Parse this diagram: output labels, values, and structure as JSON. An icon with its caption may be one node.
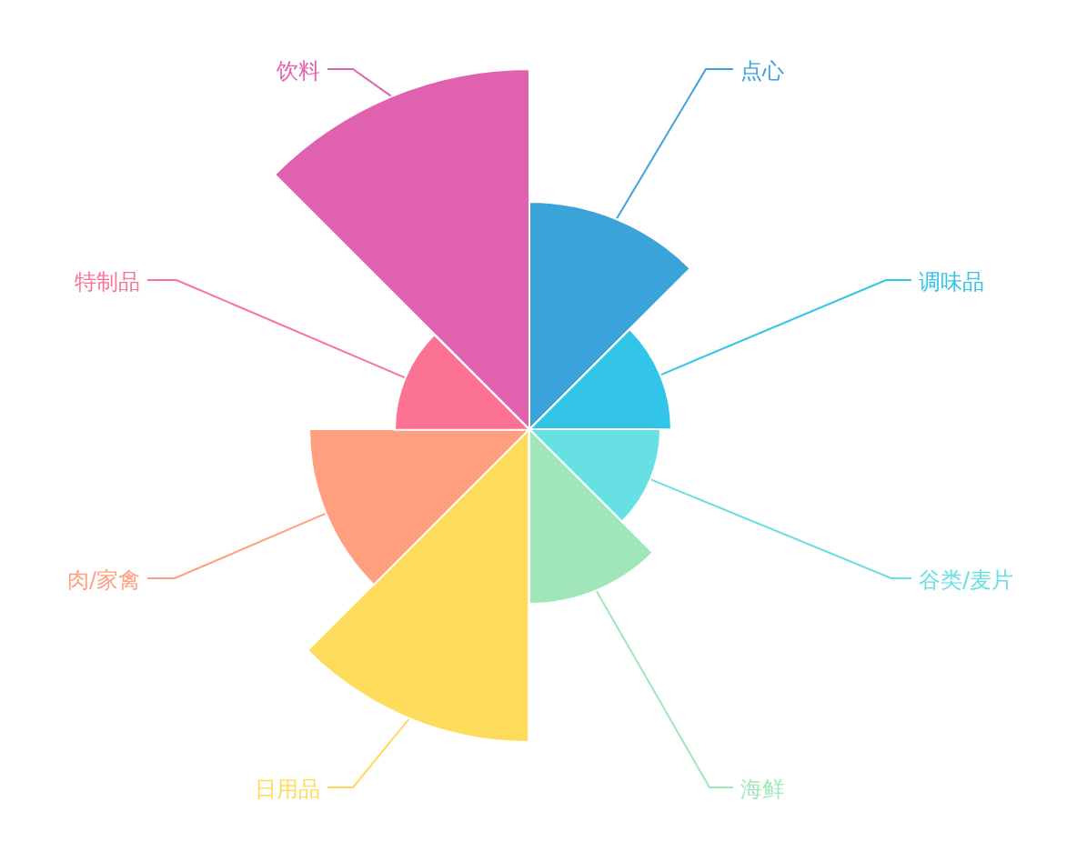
{
  "diagram": {
    "nodes": [
      {
        "text": [
          "点心"
        ]
      },
      {
        "text": [],
        "shape": "wedge"
      },
      {
        "text": [
          "调味品"
        ]
      },
      {
        "text": [],
        "shape": "wedge"
      },
      {
        "text": [
          "谷类/麦片"
        ]
      },
      {
        "text": [],
        "shape": "wedge"
      },
      {
        "text": [
          "海鲜"
        ]
      },
      {
        "text": [],
        "shape": "wedge"
      },
      {
        "text": [
          "日用品"
        ]
      },
      {
        "text": [],
        "shape": "wedge"
      },
      {
        "text": [
          "肉/家禽"
        ]
      },
      {
        "text": [],
        "shape": "wedge"
      },
      {
        "text": [
          "特制品"
        ]
      },
      {
        "text": [],
        "shape": "wedge"
      },
      {
        "text": [
          "饮料"
        ]
      },
      {
        "text": [],
        "shape": "wedge"
      }
    ],
    "edges": [
      {
        "from": 0,
        "to": 1,
        "arrow": "none",
        "color": "#3aa3da"
      },
      {
        "from": 2,
        "to": 3,
        "arrow": "none",
        "color": "#32c5e9"
      },
      {
        "from": 4,
        "to": 5,
        "arrow": "none",
        "color": "#67e0e3"
      },
      {
        "from": 6,
        "to": 7,
        "arrow": "none",
        "color": "#9fe6b8"
      },
      {
        "from": 8,
        "to": 9,
        "arrow": "none",
        "color": "#ffdb5c"
      },
      {
        "from": 10,
        "to": 11,
        "arrow": "none",
        "color": "#ff9f7f"
      },
      {
        "from": 12,
        "to": 13,
        "arrow": "none",
        "color": "#fb7293"
      },
      {
        "from": 14,
        "to": 15,
        "arrow": "none",
        "color": "#e062ae"
      }
    ]
  }
}
